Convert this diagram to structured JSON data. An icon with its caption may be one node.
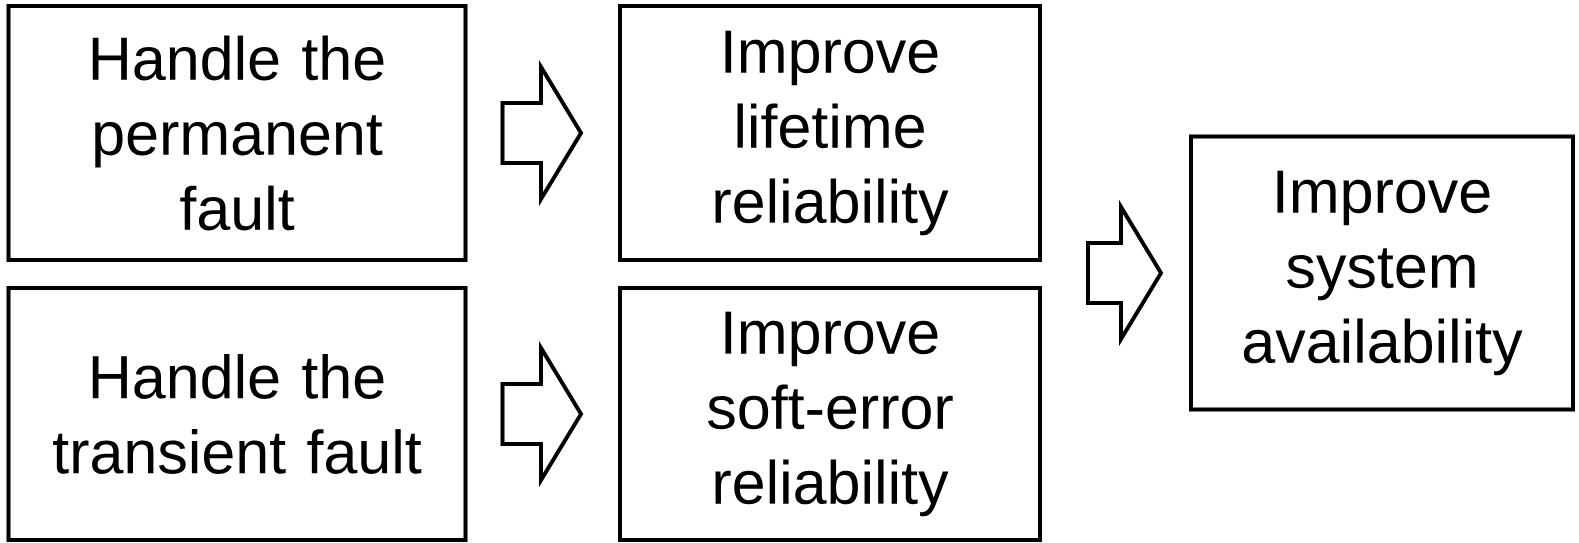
{
  "diagram": {
    "nodes": [
      {
        "text": [
          "Handle the permanent fault"
        ]
      },
      {
        "text": [
          "Handle the transient fault"
        ]
      },
      {
        "text": [
          "Improve lifetime reliability"
        ]
      },
      {
        "text": [
          "Improve soft-error reliability"
        ]
      },
      {
        "text": [
          "Improve system availability"
        ]
      }
    ],
    "edges": [
      {
        "from": 0,
        "to": 2,
        "arrow": "to"
      },
      {
        "from": 1,
        "to": 3,
        "arrow": "to"
      },
      {
        "from": 2,
        "to": 4,
        "arrow": "to"
      },
      {
        "from": 3,
        "to": 4,
        "arrow": "to"
      }
    ]
  }
}
